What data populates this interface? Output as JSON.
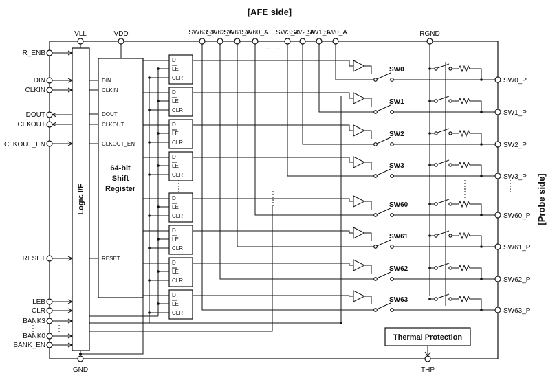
{
  "labels": {
    "afe_side": "[AFE side]",
    "probe_side": "[Probe side]",
    "logic_if": "Logic I/F",
    "shift_register": [
      "64-bit",
      "Shift",
      "Register"
    ],
    "thermal_protection": "Thermal Protection",
    "ellipsis": "........"
  },
  "top_pins": {
    "vll": "VLL",
    "vdd": "VDD",
    "sw_a": [
      "SW63_A",
      "SW62_A",
      "SW61_A",
      "SW60_A",
      "SW3_A",
      "SW2_A",
      "SW1_A",
      "SW0_A"
    ],
    "rgnd": "RGND"
  },
  "bottom_pins": {
    "gnd": "GND",
    "thp": "THP"
  },
  "left_pins": [
    "R_ENB",
    "DIN",
    "CLKIN",
    "DOUT",
    "CLKOUT",
    "CLKOUT_EN",
    "RESET",
    "LEB",
    "CLR",
    "BANK3",
    "BANK0",
    "BANK_EN"
  ],
  "shift_register_pins": [
    "DIN",
    "CLKIN",
    "DOUT",
    "CLKOUT",
    "CLKOUT_EN",
    "RESET"
  ],
  "flipflop_pins": {
    "d": "D",
    "le": "LE",
    "clr": "CLR"
  },
  "switches": [
    "SW0",
    "SW1",
    "SW2",
    "SW3",
    "SW60",
    "SW61",
    "SW62",
    "SW63"
  ],
  "right_pins": [
    "SW0_P",
    "SW1_P",
    "SW2_P",
    "SW3_P",
    "SW60_P",
    "SW61_P",
    "SW62_P",
    "SW63_P"
  ],
  "colors": {
    "line": "#111111",
    "background": "#ffffff"
  }
}
